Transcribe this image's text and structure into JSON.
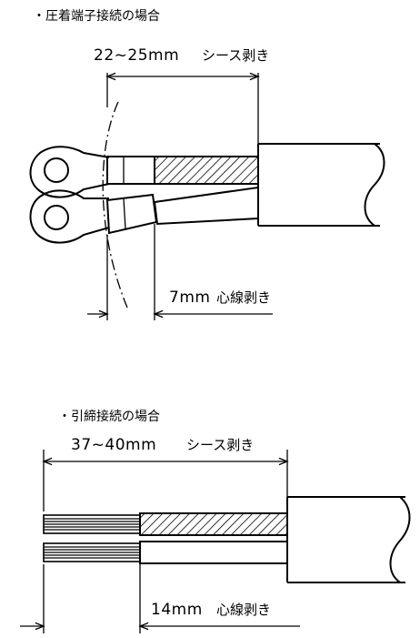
{
  "section_crimp": {
    "heading": "・圧着端子接続の場合",
    "sheath_strip_length": "22~25mm",
    "sheath_strip_label": "シース剥き",
    "core_strip_length": "7mm",
    "core_strip_label": "心線剥き"
  },
  "section_splice": {
    "heading": "・引締接続の場合",
    "sheath_strip_length": "37~40mm",
    "sheath_strip_label": "シース剥き",
    "core_strip_length": "14mm",
    "core_strip_label": "心線剥き"
  }
}
